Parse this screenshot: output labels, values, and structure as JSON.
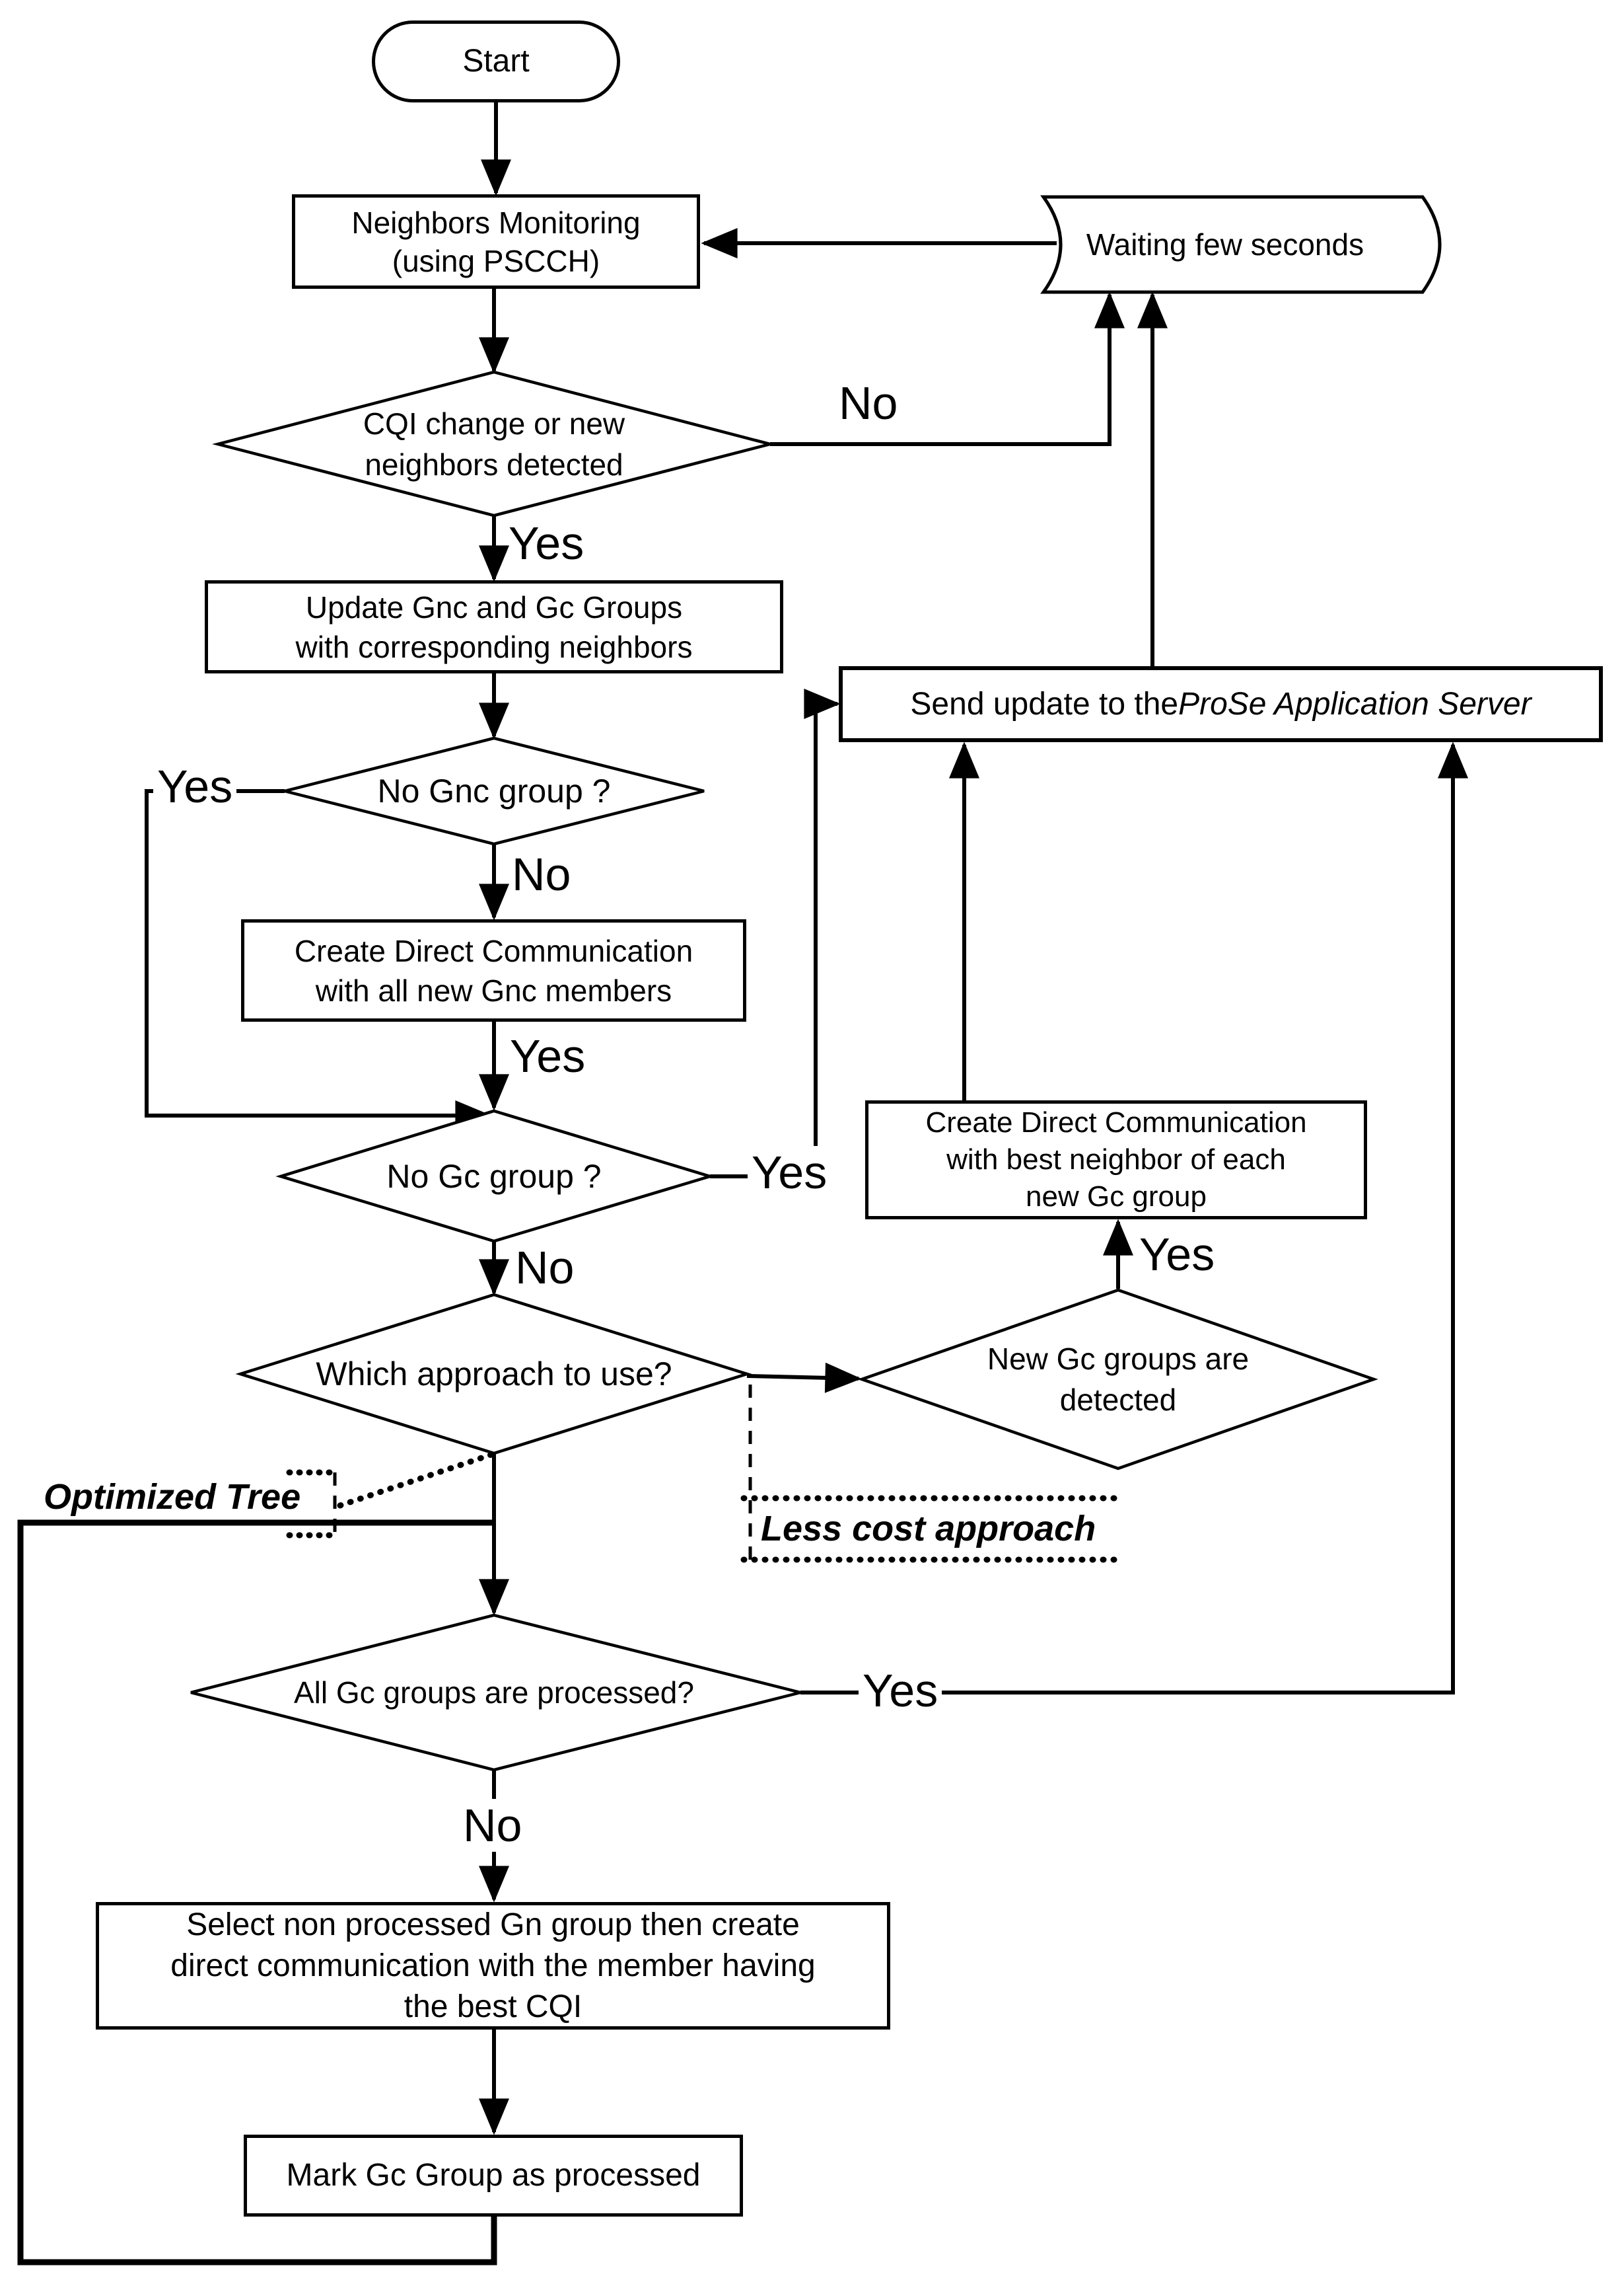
{
  "figure": {
    "background": "#ffffff",
    "ink": "#000000"
  },
  "nodes": {
    "start": {
      "type": "terminator",
      "label": "Start"
    },
    "neighbors_monitoring": {
      "type": "process",
      "label": "Neighbors Monitoring\n(using PSCCH)"
    },
    "waiting": {
      "type": "delay",
      "label": "Waiting few seconds"
    },
    "cqi_change": {
      "type": "decision",
      "label": "CQI change or new\nneighbors detected"
    },
    "update_groups": {
      "type": "process",
      "label": "Update Gnc and Gc Groups\nwith corresponding neighbors"
    },
    "no_gnc_group": {
      "type": "decision",
      "label": "No Gnc group ?"
    },
    "create_gnc": {
      "type": "process",
      "label": "Create Direct Communication\nwith all new Gnc members"
    },
    "no_gc_group": {
      "type": "decision",
      "label": "No Gc group ?"
    },
    "send_update": {
      "type": "process",
      "text_prefix": "Send update to the ",
      "text_italic": "ProSe Application Server"
    },
    "create_best": {
      "type": "process",
      "label": "Create Direct Communication\nwith best neighbor of each\nnew Gc group"
    },
    "new_gc_detected": {
      "type": "decision",
      "label": "New Gc groups are\ndetected"
    },
    "which_approach": {
      "type": "decision",
      "label": "Which approach to use?"
    },
    "all_gc_processed": {
      "type": "decision",
      "label": "All Gc groups are processed?"
    },
    "select_non_processed": {
      "type": "process",
      "label": "Select non processed Gn group then create\ndirect communication with the member having\nthe best CQI"
    },
    "mark_gc": {
      "type": "process",
      "label": "Mark Gc Group as processed"
    }
  },
  "edge_labels": [
    {
      "text": "No"
    },
    {
      "text": "Yes"
    },
    {
      "text": "Yes"
    },
    {
      "text": "No"
    },
    {
      "text": "Yes"
    },
    {
      "text": "Yes"
    },
    {
      "text": "No"
    },
    {
      "text": "Yes"
    },
    {
      "text": "Yes"
    },
    {
      "text": "No"
    }
  ],
  "annotations": {
    "optimized_tree": "Optimized Tree",
    "less_cost": "Less cost approach"
  }
}
